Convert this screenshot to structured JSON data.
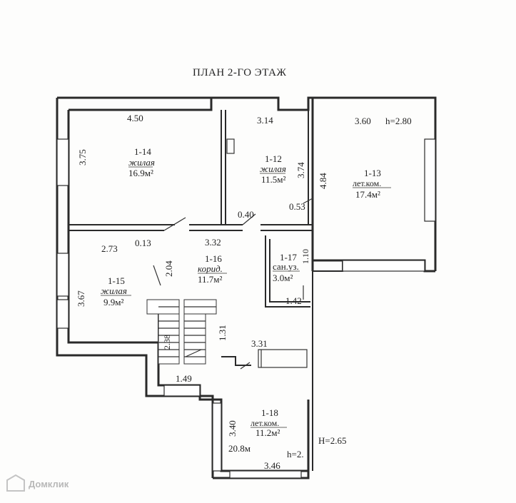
{
  "title": "ПЛАН 2-ГО ЭТАЖ",
  "rooms": {
    "r14": {
      "id": "1-14",
      "type": "жилая",
      "area": "16.9м²"
    },
    "r12": {
      "id": "1-12",
      "type": "жилая",
      "area": "11.5м²"
    },
    "r13": {
      "id": "1-13",
      "type": "лет.ком.",
      "area": "17.4м²"
    },
    "r15": {
      "id": "1-15",
      "type": "жилая",
      "area": "9.9м²"
    },
    "r16": {
      "id": "1-16",
      "type": "корид.",
      "area": "11.7м²"
    },
    "r17": {
      "id": "1-17",
      "type": "сан.уз.",
      "area": "3.0м²"
    },
    "r18": {
      "id": "1-18",
      "type": "лет.ком.",
      "area": "11.2м²"
    }
  },
  "dims": {
    "d450": "4.50",
    "d314": "3.14",
    "d360": "3.60",
    "h280": "h=2.80",
    "d375": "3.75",
    "d374": "3.74",
    "d484": "4.84",
    "d053": "0.53",
    "d040": "0.40",
    "d332": "3.32",
    "d273": "2.73",
    "d013": "0.13",
    "d204": "2.04",
    "d367": "3.67",
    "d110": "1.10",
    "d142": "1.42",
    "d238": "2.38",
    "d131": "1.31",
    "d331": "3.31",
    "d149": "1.49",
    "d340": "3.40",
    "d208": "20.8м",
    "h2": "h=2.",
    "h265": "H=2.65",
    "d346": "3.46"
  },
  "watermark": "Домклик",
  "colors": {
    "ink": "#222222",
    "paper": "#fdfdfc",
    "watermark": "#b8b8b8"
  }
}
